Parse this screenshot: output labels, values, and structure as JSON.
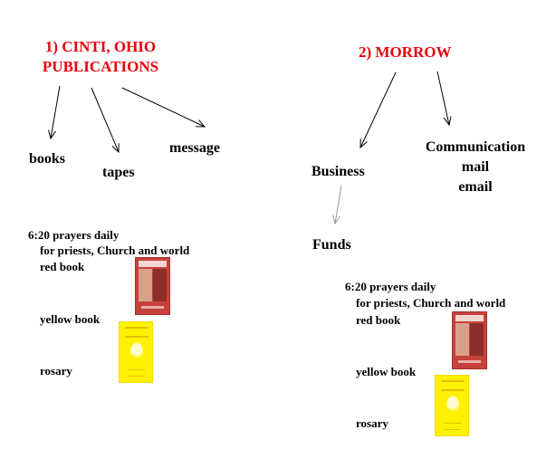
{
  "left": {
    "heading": [
      "1) CINTI, OHIO",
      "PUBLICATIONS"
    ],
    "heading_color": "#e8000b",
    "branches": {
      "books": "books",
      "tapes": "tapes",
      "message": "message"
    },
    "prayer": [
      "6:20 prayers daily",
      "for priests, Church and world",
      "red book"
    ],
    "yellow_book": "yellow book",
    "rosary": "rosary"
  },
  "right": {
    "heading": "2) MORROW",
    "heading_color": "#e8000b",
    "branches": {
      "business": "Business",
      "communication": [
        "Communication",
        "mail",
        "email"
      ]
    },
    "funds": "Funds",
    "prayer": [
      "6:20 prayers daily",
      "for priests, Church and world",
      "red book"
    ],
    "yellow_book": "yellow book",
    "rosary": "rosary"
  },
  "colors": {
    "arrow": "#000000",
    "funds_arrow": "#9a9a9a",
    "red_book": "#c6423c",
    "yellow_book": "#fff200"
  }
}
